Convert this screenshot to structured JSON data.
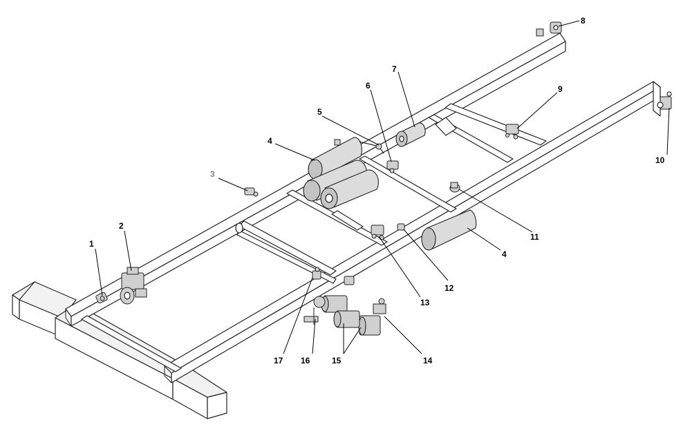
{
  "callouts": [
    {
      "id": "c1",
      "text": "1"
    },
    {
      "id": "c2",
      "text": "2"
    },
    {
      "id": "c3",
      "text": "3"
    },
    {
      "id": "c4a",
      "text": "4"
    },
    {
      "id": "c4b",
      "text": "4"
    },
    {
      "id": "c5",
      "text": "5"
    },
    {
      "id": "c6",
      "text": "6"
    },
    {
      "id": "c7",
      "text": "7"
    },
    {
      "id": "c8",
      "text": "8"
    },
    {
      "id": "c9",
      "text": "9"
    },
    {
      "id": "c10",
      "text": "10"
    },
    {
      "id": "c11",
      "text": "11"
    },
    {
      "id": "c12",
      "text": "12"
    },
    {
      "id": "c13",
      "text": "13"
    },
    {
      "id": "c14",
      "text": "14"
    },
    {
      "id": "c15",
      "text": "15"
    },
    {
      "id": "c16",
      "text": "16"
    },
    {
      "id": "c17",
      "text": "17"
    }
  ],
  "colors": {
    "line": "#222222",
    "callout": "#000000",
    "callout_light": "#8a8a8a"
  }
}
